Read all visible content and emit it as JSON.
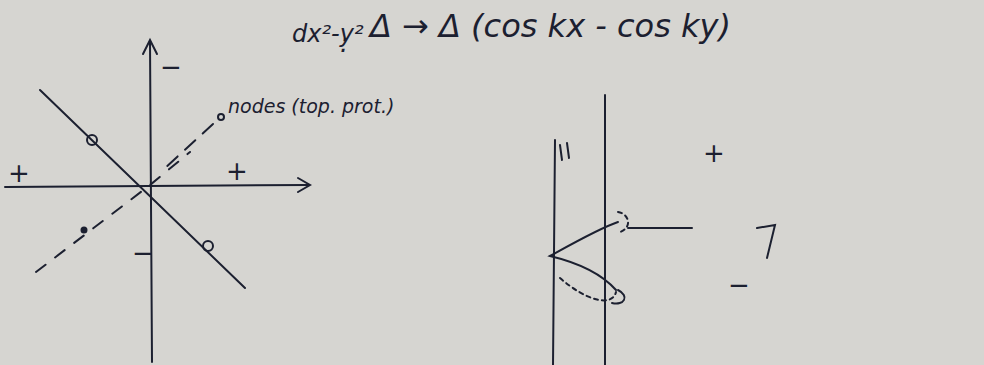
{
  "diagram": {
    "labels": [
      "dx²-y²",
      ":",
      "Δ → Δ (cos kx - cos ky)",
      "nodes (top. prot.)",
      "−",
      "+",
      "+",
      "−",
      "+",
      "−"
    ]
  }
}
